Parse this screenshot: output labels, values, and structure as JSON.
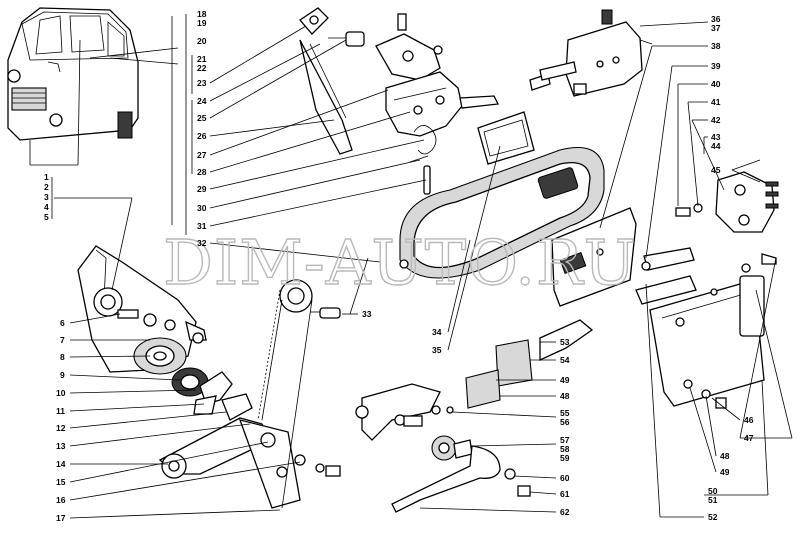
{
  "watermark": "DIM-AUTO.RU",
  "labels": {
    "l1": "1",
    "l2": "2",
    "l3": "3",
    "l4": "4",
    "l5": "5",
    "l6": "6",
    "l7": "7",
    "l8": "8",
    "l9": "9",
    "l10": "10",
    "l11": "11",
    "l12": "12",
    "l13": "13",
    "l14": "14",
    "l15": "15",
    "l16": "16",
    "l17": "17",
    "l18": "18",
    "l19": "19",
    "l20": "20",
    "l21": "21",
    "l22": "22",
    "l23": "23",
    "l24": "24",
    "l25": "25",
    "l26": "26",
    "l27": "27",
    "l28": "28",
    "l29": "29",
    "l30": "30",
    "l31": "31",
    "l32": "32",
    "l33": "33",
    "l34": "34",
    "l35": "35",
    "l36": "36",
    "l37": "37",
    "l38": "38",
    "l39": "39",
    "l40": "40",
    "l41": "41",
    "l42": "42",
    "l43": "43",
    "l44": "44",
    "l45": "45",
    "l46": "46",
    "l47": "47",
    "l48": "48",
    "l49": "49",
    "l50": "50",
    "l51": "51",
    "l52": "52",
    "l53": "53",
    "l54": "54",
    "l55": "55",
    "l56": "56",
    "l57": "57",
    "l58": "58",
    "l59": "59",
    "l60": "60",
    "l61": "61",
    "l62": "62",
    "r46": "46",
    "r47": "47",
    "r48": "48",
    "r49": "49"
  }
}
